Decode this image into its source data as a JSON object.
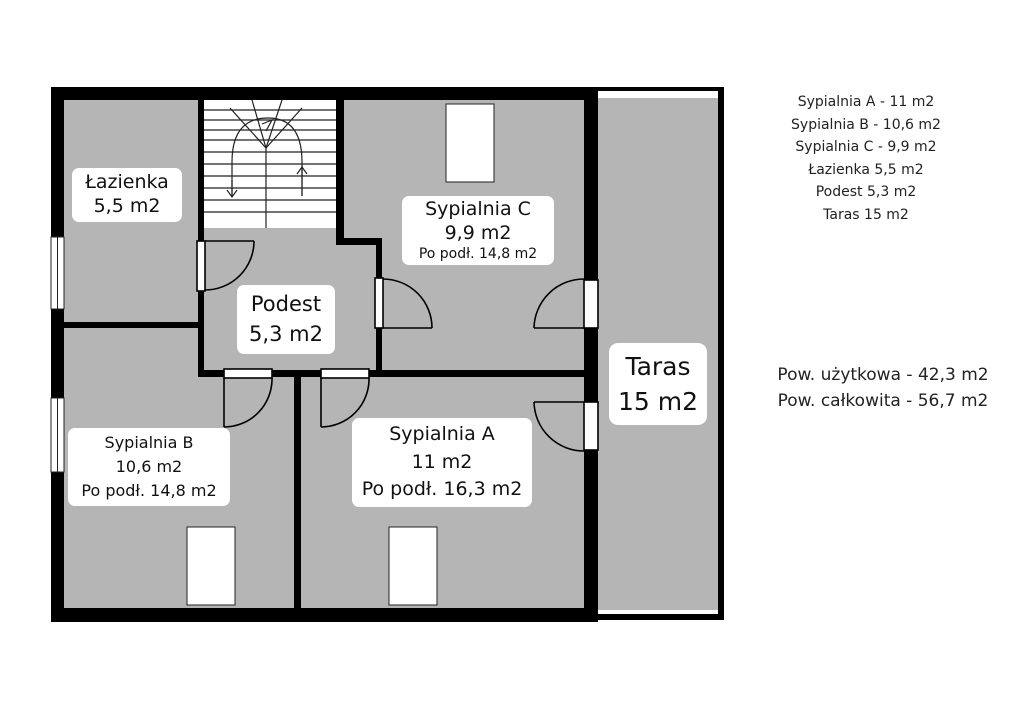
{
  "rooms": {
    "lazienka": {
      "name": "Łazienka",
      "area": "5,5 m2"
    },
    "podest": {
      "name": "Podest",
      "area": "5,3 m2"
    },
    "sypialnia_c": {
      "name": "Sypialnia C",
      "area": "9,9 m2",
      "floor": "Po podł. 14,8 m2"
    },
    "sypialnia_b": {
      "name": "Sypialnia B",
      "area": "10,6 m2",
      "floor": "Po podł. 14,8 m2"
    },
    "sypialnia_a": {
      "name": "Sypialnia A",
      "area": "11 m2",
      "floor": "Po podł. 16,3 m2"
    },
    "taras": {
      "name": "Taras",
      "area": "15 m2"
    }
  },
  "legend": {
    "items": [
      "Sypialnia A - 11 m2",
      "Sypialnia B - 10,6 m2",
      "Sypialnia C - 9,9 m2",
      "Łazienka 5,5 m2",
      "Podest 5,3 m2",
      "Taras 15 m2"
    ]
  },
  "totals": {
    "usable": "Pow. użytkowa - 42,3 m2",
    "total": "Pow. całkowita - 56,7 m2"
  },
  "colors": {
    "floor": "#b5b5b5",
    "wall": "#000000",
    "window": "#ffffff",
    "background": "#ffffff"
  }
}
